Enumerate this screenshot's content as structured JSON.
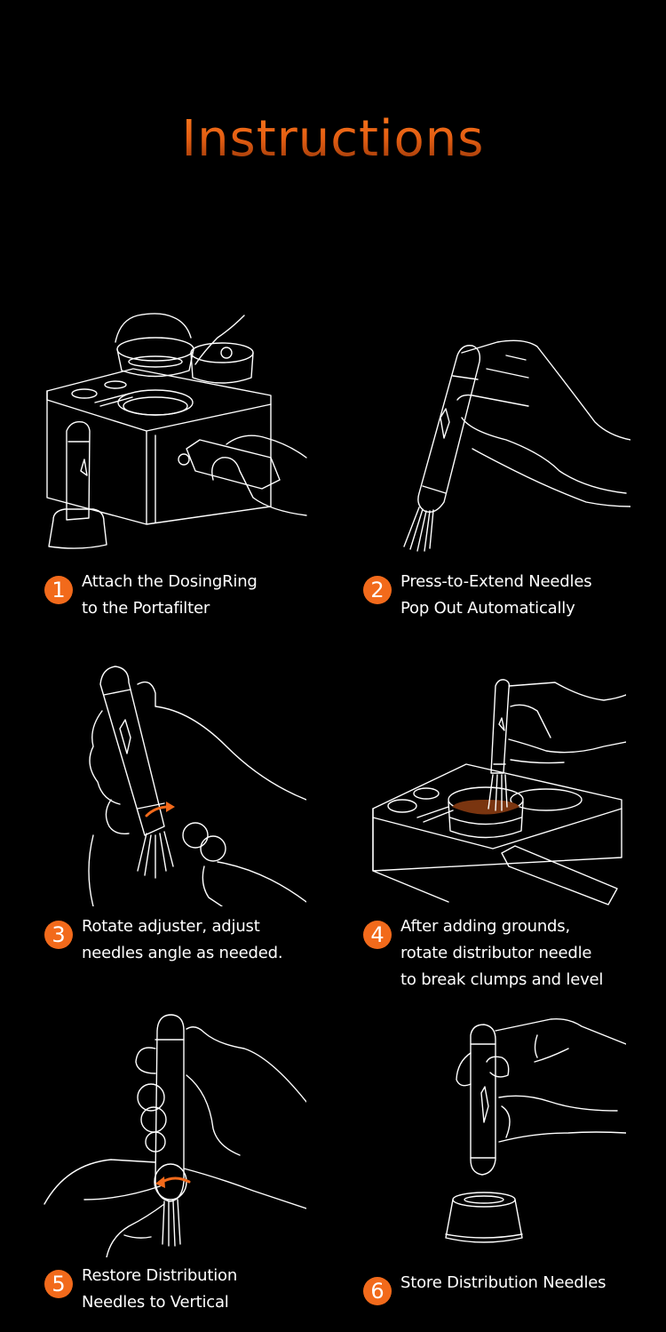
{
  "page": {
    "title": "Instructions",
    "background_color": "#000000",
    "accent_color": "#f26a1b",
    "title_gradient": [
      "#ff7a1e",
      "#8e3208"
    ]
  },
  "steps": [
    {
      "number": "1",
      "caption": "Attach the DosingRing\nto the Portafilter",
      "illustration": "hands-placing-dosing-ring-on-station-with-portafilter"
    },
    {
      "number": "2",
      "caption": "Press-to-Extend Needles\nPop Out Automatically",
      "illustration": "hand-pressing-distributor-pen-needles-extended"
    },
    {
      "number": "3",
      "caption": "Rotate adjuster, adjust\nneedles angle as needed.",
      "illustration": "hands-rotating-adjuster-with-orange-arrow"
    },
    {
      "number": "4",
      "caption": "After adding grounds,\nrotate distributor needle\nto break clumps and level",
      "illustration": "distributor-stirring-coffee-grounds-in-portafilter"
    },
    {
      "number": "5",
      "caption": "Restore Distribution\nNeedles to Vertical",
      "illustration": "hands-restoring-needles-with-orange-arrow"
    },
    {
      "number": "6",
      "caption": "Store Distribution Needles",
      "illustration": "hand-placing-pen-into-stand"
    }
  ]
}
